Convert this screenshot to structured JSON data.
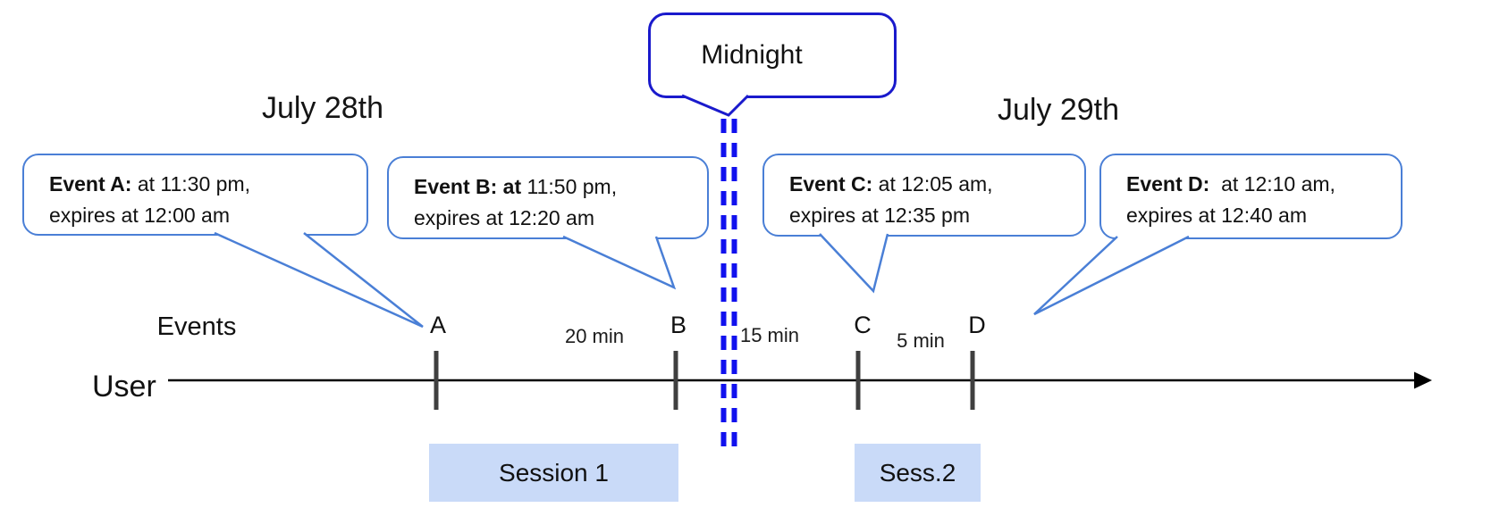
{
  "diagram": {
    "dates": {
      "left": "July 28th",
      "right": "July 29th"
    },
    "midnight_label": "Midnight",
    "axis": {
      "events_label": "Events",
      "user_label": "User"
    },
    "events": [
      {
        "letter": "A",
        "bold": "Event A:",
        "rest": " at 11:30 pm,",
        "line2": "expires at 12:00 am"
      },
      {
        "letter": "B",
        "bold": "Event B: at",
        "rest": " 11:50 pm,",
        "line2": "expires at 12:20 am"
      },
      {
        "letter": "C",
        "bold": "Event C:",
        "rest": " at 12:05 am,",
        "line2": "expires at 12:35 pm"
      },
      {
        "letter": "D",
        "bold": "Event D:",
        "rest": "  at 12:10 am,",
        "line2": "expires at 12:40 am"
      }
    ],
    "intervals": [
      "20 min",
      "15 min",
      "5 min"
    ],
    "sessions": [
      "Session 1",
      "Sess.2"
    ],
    "colors": {
      "callout-border": "#4a7fd6",
      "midnight-border": "#1a1acc",
      "dash-blue": "#1111ee",
      "session-fill": "#c9daf8",
      "tick-gray": "#3f3f3f"
    }
  }
}
